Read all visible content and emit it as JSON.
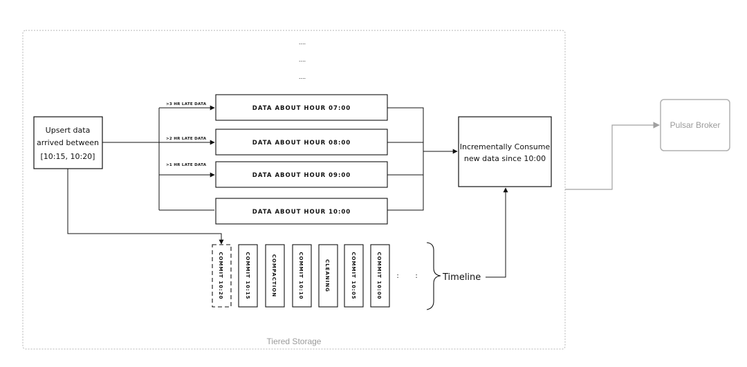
{
  "container": {
    "label": "Tiered Storage"
  },
  "broker": {
    "label": "Pulsar Broker"
  },
  "source": {
    "lines": [
      "Upsert data",
      "arrived between",
      "[10:15, 10:20]"
    ]
  },
  "ellipsis": [
    "....",
    "....",
    "...."
  ],
  "late_labels": [
    ">3 HR LATE DATA",
    ">2 HR LATE DATA",
    ">1 HR LATE DATA"
  ],
  "hour_boxes": [
    "DATA ABOUT HOUR 07:00",
    "DATA ABOUT HOUR 08:00",
    "DATA ABOUT HOUR 09:00",
    "DATA ABOUT HOUR 10:00"
  ],
  "consumer": {
    "lines": [
      "Incrementally Consume",
      "new data since 10:00"
    ]
  },
  "timeline": {
    "label": "Timeline",
    "commits": [
      "COMMIT 10:20",
      "COMMIT 10:15",
      "COMPACTION",
      "COMMIT 10:10",
      "CLEANING",
      "COMMIT 10:05",
      "COMMIT 10:00"
    ],
    "trailing_dots": [
      ":",
      ":"
    ]
  }
}
